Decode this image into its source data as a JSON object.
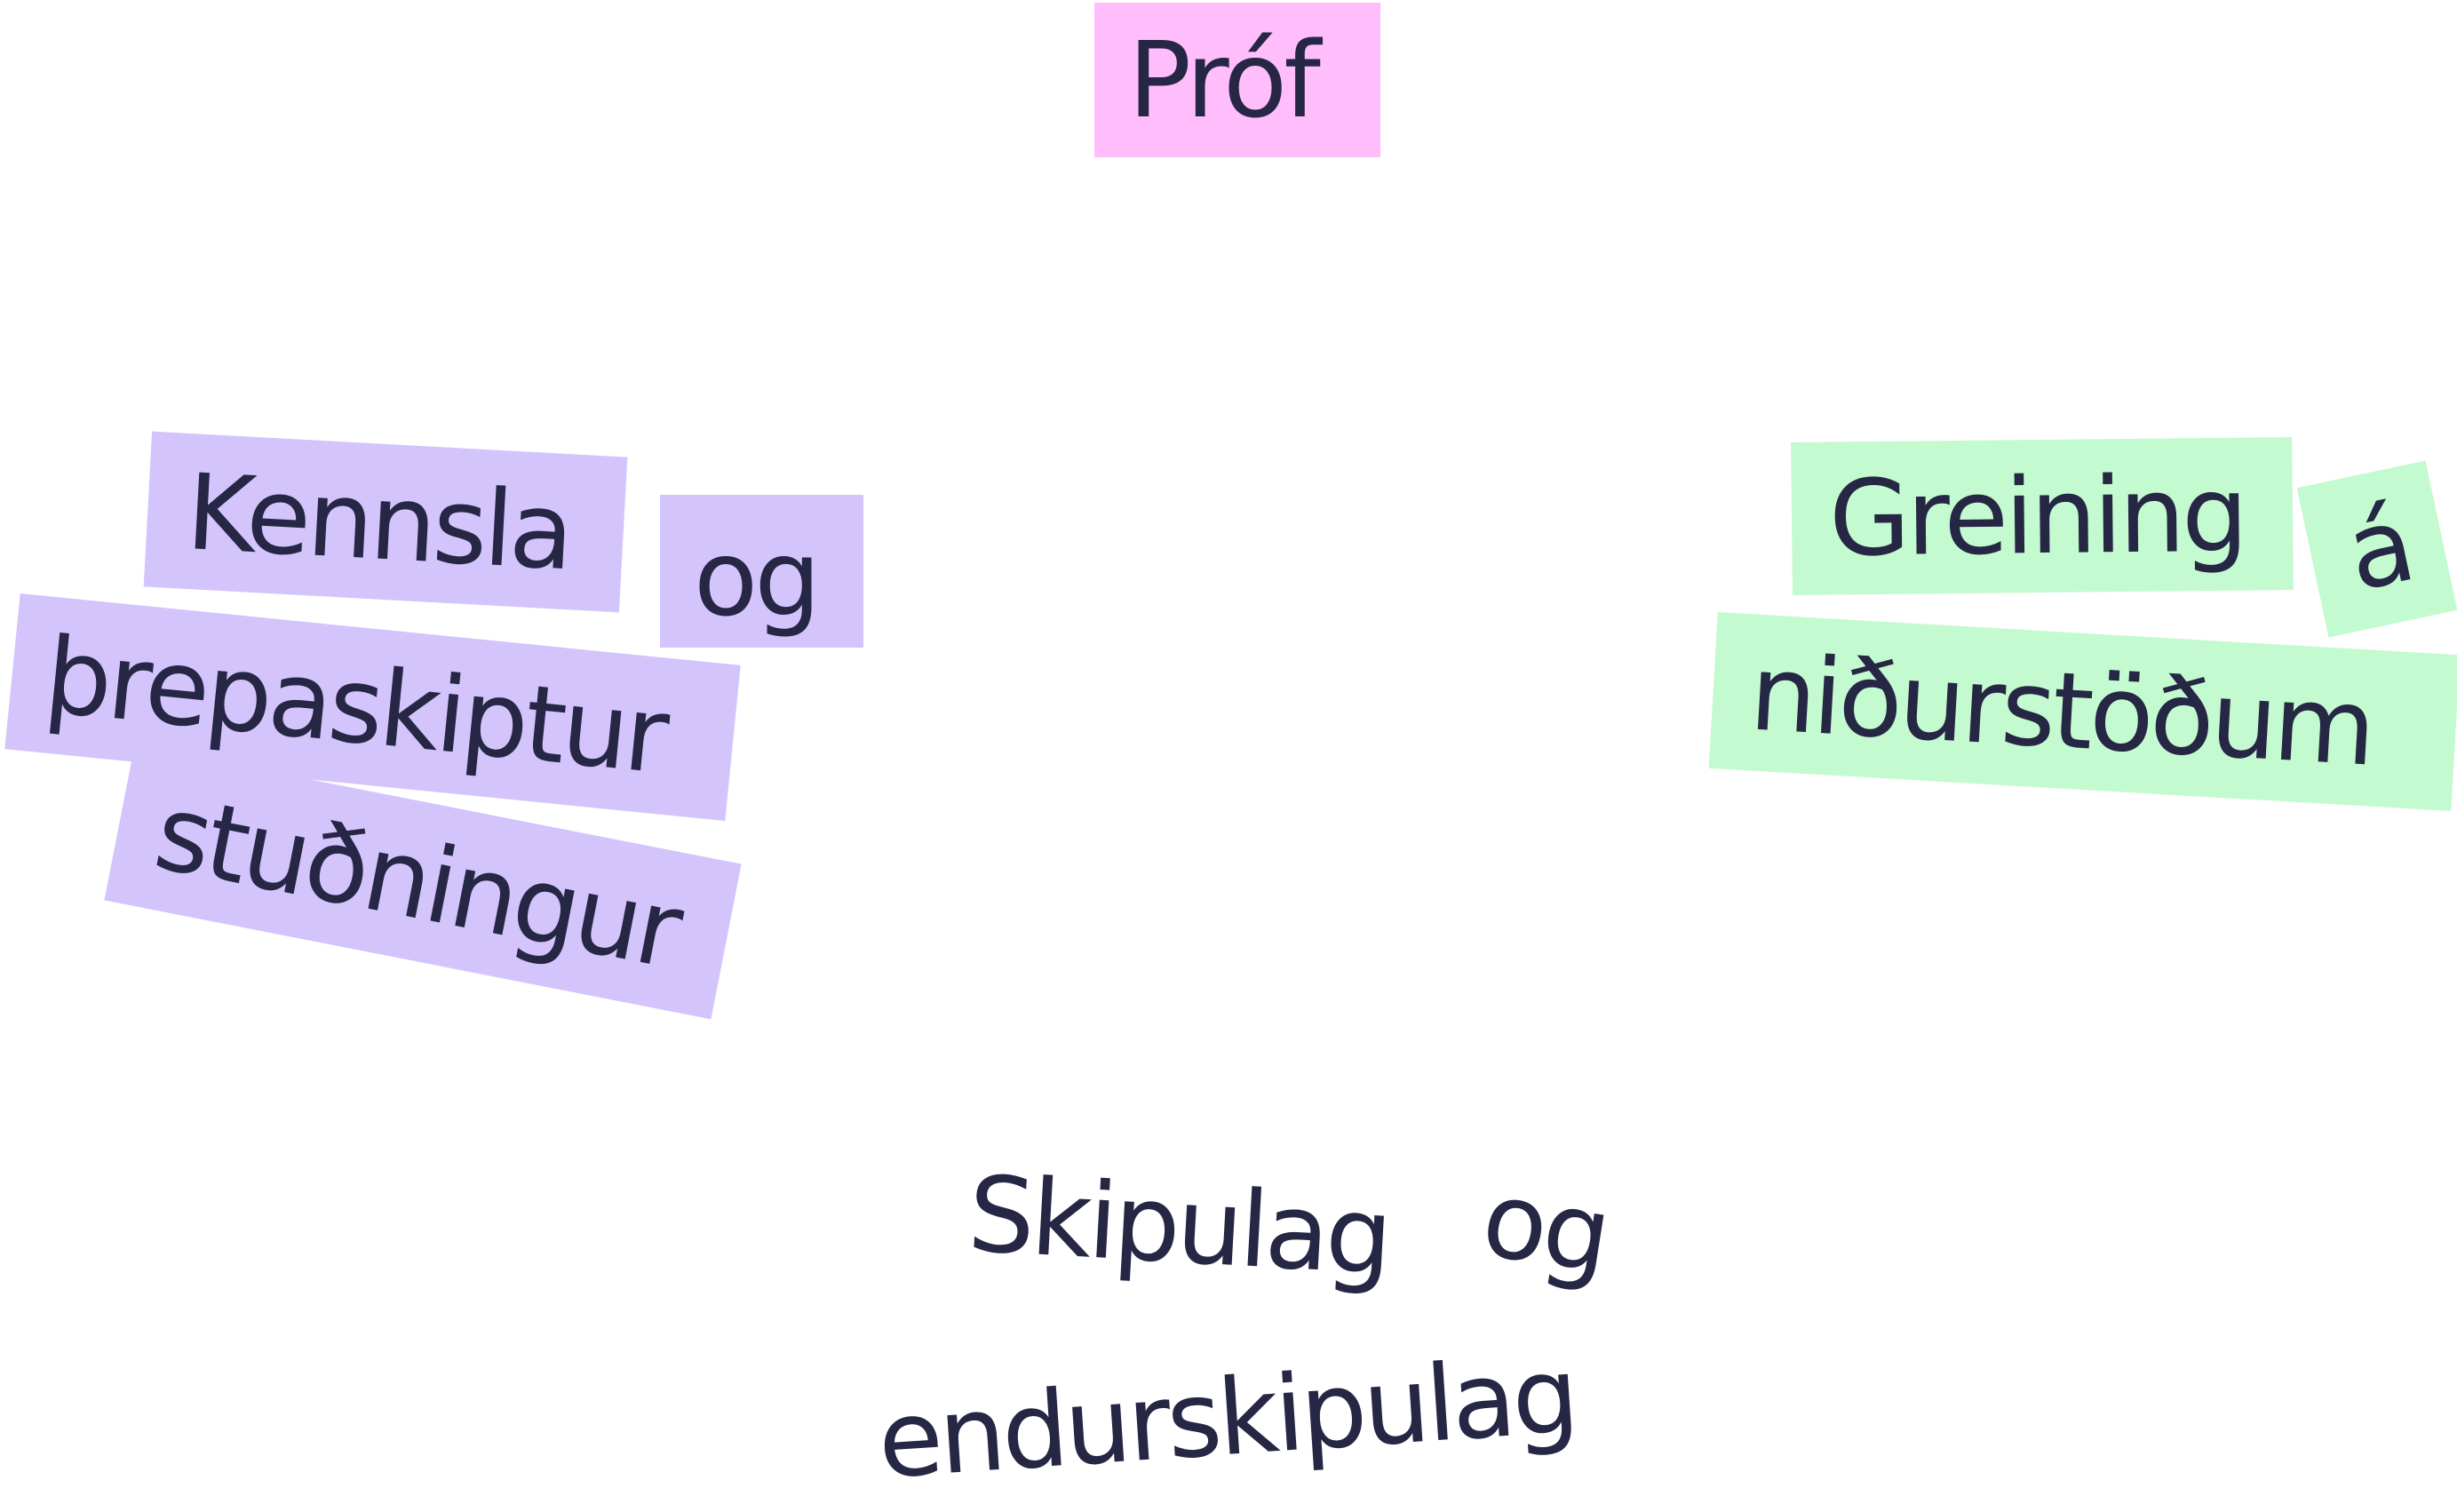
{
  "tags": {
    "prof": {
      "label": "Próf"
    },
    "kennsla": {
      "label": "Kennsla"
    },
    "og_left": {
      "label": "og"
    },
    "threpaskiptur": {
      "label": "þrepaskiptur"
    },
    "studningur": {
      "label": "stuðningur"
    },
    "greining": {
      "label": "Greining"
    },
    "a_green": {
      "label": "á"
    },
    "nidurstodum": {
      "label": "niðurstöðum"
    },
    "skipulag": {
      "label": "Skipulag"
    },
    "og_bottom": {
      "label": "og"
    },
    "endurskipulag": {
      "label": "endurskipulag"
    }
  },
  "colors": {
    "text": "#262645",
    "pink": "#ffbdfc",
    "purple": "#d4c4fc",
    "green": "#c4facf",
    "background": "#ffffff"
  }
}
